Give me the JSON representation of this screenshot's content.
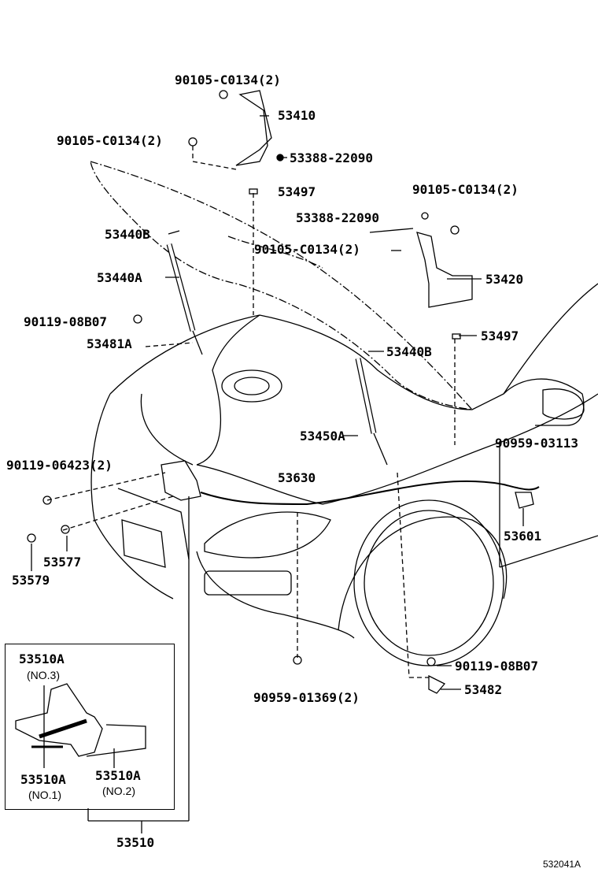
{
  "labels": {
    "bolt_top": "90105-C0134(2)",
    "hinge_lh": "53410",
    "bolt_left": "90105-C0134(2)",
    "cushion_lh": "53388-22090",
    "clip_lh": "53497",
    "bolt_right": "90105-C0134(2)",
    "cushion_rh": "53388-22090",
    "stay_ball_lh": "53440B",
    "bolt_center": "90105-C0134(2)",
    "stay_lh": "53440A",
    "hinge_rh": "53420",
    "bolt_bracket_lh": "90119-08B07",
    "bracket_lh": "53481A",
    "clip_rh": "53497",
    "stay_ball_rh": "53440B",
    "stay_rh": "53450A",
    "clip_cable": "90959-03113",
    "bolt_lock": "90119-06423(2)",
    "cable": "53630",
    "lever": "53601",
    "cushion_lock": "53577",
    "grommet": "53579",
    "bolt_bracket_rh": "90119-08B07",
    "bracket_rh": "53482",
    "clip_bottom": "90959-01369(2)",
    "lock_assy": "53510",
    "figure_ref": "532041A"
  },
  "inset": {
    "spring_no3": "53510A",
    "spring_no3_sub": "(NO.3)",
    "spring_no1": "53510A",
    "spring_no1_sub": "(NO.1)",
    "spring_no2": "53510A",
    "spring_no2_sub": "(NO.2)"
  }
}
